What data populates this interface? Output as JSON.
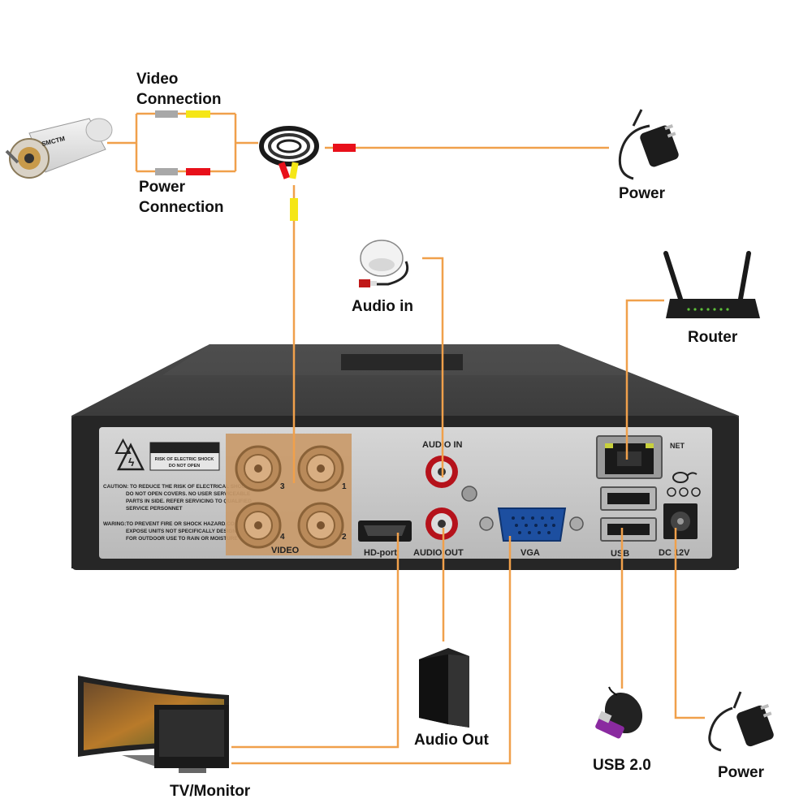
{
  "labels": {
    "video_line1": "Video",
    "video_line2": "Connection",
    "power_line1": "Power",
    "power_line2": "Connection",
    "power_top": "Power",
    "audio_in": "Audio in",
    "router": "Router",
    "audio_out": "Audio Out",
    "tv_monitor": "TV/Monitor",
    "usb": "USB 2.0",
    "power_bottom": "Power"
  },
  "panel": {
    "caution_title": "CAUTION",
    "caution_sub1": "RISK OF ELECTRIC SHOCK",
    "caution_sub2": "DO NOT OPEN",
    "warn1": "CAUTION: TO REDUCE THE RISK OF ELECTRICAL SHOCK,",
    "warn2": "DO NOT OPEN COVERS. NO USER SERVICEABLE",
    "warn3": "PARTS IN SIDE. REFER SERVICING TO QUALIFIED",
    "warn4": "SERVICE PERSONNET",
    "warn5": "WARING:TO PREVENT FIRE OR SHOCK HAZARD.CO NOT",
    "warn6": "EXPOSE UNITS NOT SPECIFICALLY DESIGNED",
    "warn7": "FOR OUTDOOR USE TO RAIN OR MOISTURE",
    "video_label": "VIDEO",
    "ch3": "3",
    "ch1": "1",
    "ch4": "4",
    "ch2": "2",
    "audio_in_port": "AUDIO IN",
    "audio_out_port": "AUDIO OUT",
    "hd_port": "HD-port",
    "vga_port": "VGA",
    "net_port": "NET",
    "usb_port": "USB",
    "dc_port": "DC 12V",
    "cam_brand": "SMCTM"
  },
  "colors": {
    "wire": "#f0a04b",
    "connector_yellow": "#f5e616",
    "connector_red": "#e8101a",
    "connector_gray": "#a8a8a8",
    "dvr_body": "#2b2b2b",
    "panel": "#c9c9c9",
    "video_highlight": "#c99a6a"
  }
}
